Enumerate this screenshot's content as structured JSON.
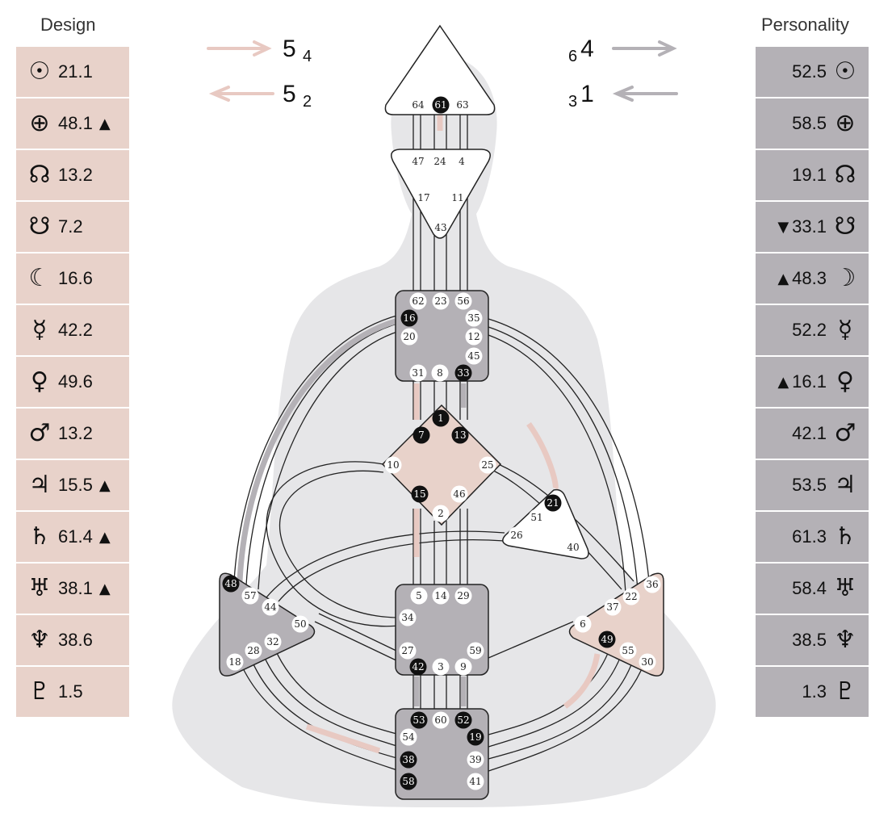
{
  "design": {
    "title": "Design",
    "accent": "#e8d2ca",
    "rows": [
      {
        "icon": "sun-icon",
        "glyph": "☉",
        "value": "21.1",
        "mark": ""
      },
      {
        "icon": "earth-icon",
        "glyph": "⊕",
        "value": "48.1",
        "mark": "▲"
      },
      {
        "icon": "north-node-icon",
        "glyph": "☊",
        "value": "13.2",
        "mark": ""
      },
      {
        "icon": "south-node-icon",
        "glyph": "☋",
        "value": "7.2",
        "mark": ""
      },
      {
        "icon": "moon-icon",
        "glyph": "☾",
        "value": "16.6",
        "mark": ""
      },
      {
        "icon": "mercury-icon",
        "glyph": "☿",
        "value": "42.2",
        "mark": ""
      },
      {
        "icon": "venus-icon",
        "glyph": "♀",
        "value": "49.6",
        "mark": ""
      },
      {
        "icon": "mars-icon",
        "glyph": "♂",
        "value": "13.2",
        "mark": ""
      },
      {
        "icon": "jupiter-icon",
        "glyph": "♃",
        "value": "15.5",
        "mark": "▲"
      },
      {
        "icon": "saturn-icon",
        "glyph": "♄",
        "value": "61.4",
        "mark": "▲"
      },
      {
        "icon": "uranus-icon",
        "glyph": "♅",
        "value": "38.1",
        "mark": "▲"
      },
      {
        "icon": "neptune-icon",
        "glyph": "♆",
        "value": "38.6",
        "mark": ""
      },
      {
        "icon": "pluto-icon",
        "glyph": "♇",
        "value": "1.5",
        "mark": ""
      }
    ]
  },
  "personality": {
    "title": "Personality",
    "accent": "#b4b1b6",
    "rows": [
      {
        "icon": "sun-icon",
        "glyph": "☉",
        "value": "52.5",
        "mark": ""
      },
      {
        "icon": "earth-icon",
        "glyph": "⊕",
        "value": "58.5",
        "mark": ""
      },
      {
        "icon": "north-node-icon",
        "glyph": "☊",
        "value": "19.1",
        "mark": ""
      },
      {
        "icon": "south-node-icon",
        "glyph": "☋",
        "value": "33.1",
        "mark": "▼"
      },
      {
        "icon": "moon-icon",
        "glyph": "☽",
        "value": "48.3",
        "mark": "▲"
      },
      {
        "icon": "mercury-icon",
        "glyph": "☿",
        "value": "52.2",
        "mark": ""
      },
      {
        "icon": "venus-icon",
        "glyph": "♀",
        "value": "16.1",
        "mark": "▲"
      },
      {
        "icon": "mars-icon",
        "glyph": "♂",
        "value": "42.1",
        "mark": ""
      },
      {
        "icon": "jupiter-icon",
        "glyph": "♃",
        "value": "53.5",
        "mark": ""
      },
      {
        "icon": "saturn-icon",
        "glyph": "♄",
        "value": "61.3",
        "mark": ""
      },
      {
        "icon": "uranus-icon",
        "glyph": "♅",
        "value": "58.4",
        "mark": ""
      },
      {
        "icon": "neptune-icon",
        "glyph": "♆",
        "value": "38.5",
        "mark": ""
      },
      {
        "icon": "pluto-icon",
        "glyph": "♇",
        "value": "1.3",
        "mark": ""
      }
    ]
  },
  "arrows": {
    "design_top": {
      "main": "5",
      "sub": "4"
    },
    "design_bottom": {
      "main": "5",
      "sub": "2"
    },
    "personality_top": {
      "pre": "6",
      "main": "4"
    },
    "personality_bottom": {
      "pre": "3",
      "main": "1"
    }
  },
  "gates": {
    "head": [
      "64",
      "61",
      "63"
    ],
    "ajna": [
      "47",
      "24",
      "4",
      "17",
      "11",
      "43"
    ],
    "throat": [
      "62",
      "23",
      "56",
      "16",
      "35",
      "20",
      "12",
      "45",
      "31",
      "8",
      "33"
    ],
    "g": [
      "1",
      "7",
      "13",
      "10",
      "25",
      "15",
      "46",
      "2"
    ],
    "ego": [
      "21",
      "51",
      "26",
      "40"
    ],
    "spleen": [
      "48",
      "57",
      "44",
      "50",
      "32",
      "28",
      "18"
    ],
    "sacral": [
      "5",
      "14",
      "29",
      "34",
      "27",
      "59",
      "42",
      "3",
      "9"
    ],
    "solar_plexus": [
      "36",
      "22",
      "37",
      "6",
      "49",
      "55",
      "30"
    ],
    "root": [
      "53",
      "60",
      "52",
      "54",
      "19",
      "38",
      "39",
      "58",
      "41"
    ]
  },
  "colors": {
    "design": "#e8d2ca",
    "personality": "#b4b1b6",
    "active_gate": "#111111",
    "figure": "#e6e6e8"
  }
}
